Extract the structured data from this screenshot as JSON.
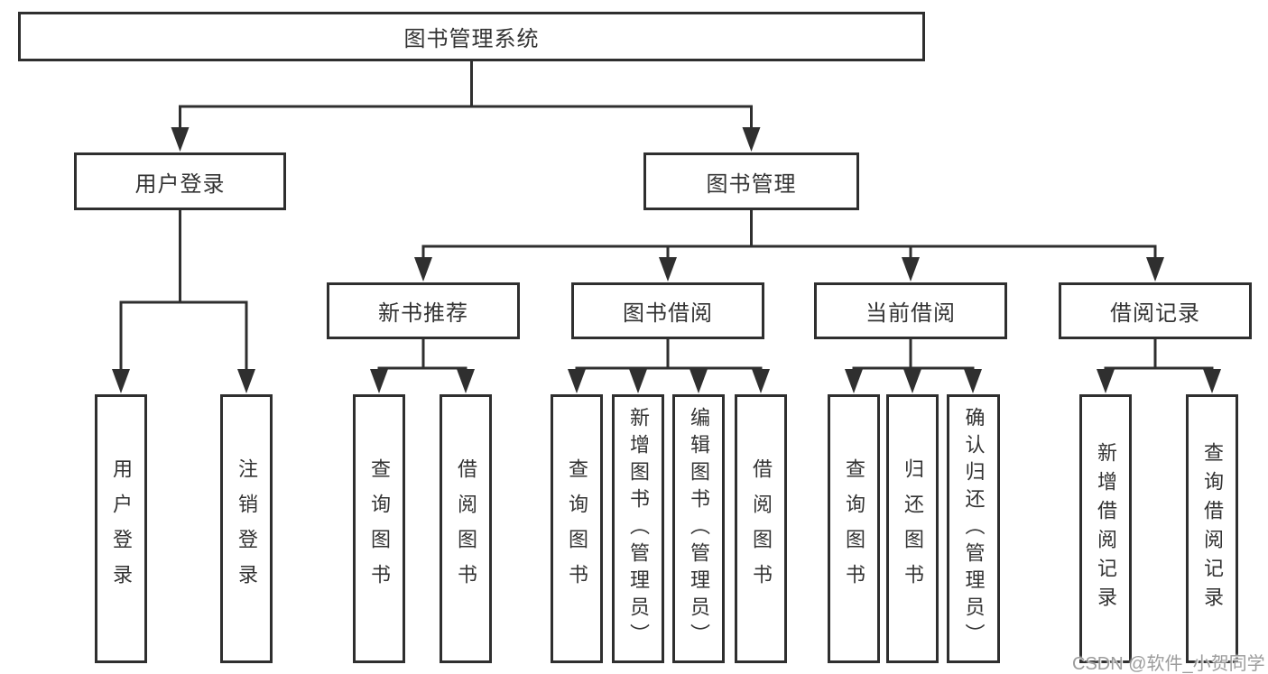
{
  "tree": {
    "label": "图书管理系统",
    "children": [
      {
        "label": "用户登录",
        "children": [
          {
            "label": "用户登录"
          },
          {
            "label": "注销登录"
          }
        ]
      },
      {
        "label": "图书管理",
        "children": [
          {
            "label": "新书推荐",
            "children": [
              {
                "label": "查询图书"
              },
              {
                "label": "借阅图书"
              }
            ]
          },
          {
            "label": "图书借阅",
            "children": [
              {
                "label": "查询图书"
              },
              {
                "label": "新增图书（管理员）"
              },
              {
                "label": "编辑图书（管理员）"
              },
              {
                "label": "借阅图书"
              }
            ]
          },
          {
            "label": "当前借阅",
            "children": [
              {
                "label": "查询图书"
              },
              {
                "label": "归还图书"
              },
              {
                "label": "确认归还（管理员）"
              }
            ]
          },
          {
            "label": "借阅记录",
            "children": [
              {
                "label": "新增借阅记录"
              },
              {
                "label": "查询借阅记录"
              }
            ]
          }
        ]
      }
    ]
  },
  "watermark": "CSDN @软件_小贺同学",
  "colors": {
    "line": "#2f2f2f",
    "text": "#333333",
    "watermark": "#9c9c9c",
    "background": "#ffffff"
  }
}
